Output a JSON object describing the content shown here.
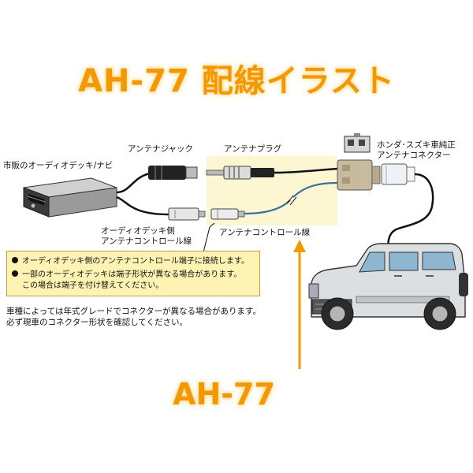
{
  "title": "AH-77 配線イラスト",
  "labels": {
    "antenna_jack": "アンテナジャック",
    "antenna_plug": "アンテナプラグ",
    "deck": "市販のオーディオデッキ/ナビ",
    "oem_line1": "ホンダ･スズキ車純正",
    "oem_line2": "アンテナコネクター",
    "deck_side_line1": "オーディオデッキ側",
    "deck_side_line2": "アンテナコントロール線",
    "control_wire": "アンテナコントロール線"
  },
  "notes": [
    "オーディオデッキ側のアンテナコントロール端子に接続します。",
    "一部のオーディオデッキは端子形状が異なる場合があります。",
    "この場合は端子を付け替えてください。"
  ],
  "vehicle_note": [
    "車種によっては年式グレードでコネクターが異なる場合があります。",
    "必ず現車のコネクター形状を確認してください。"
  ],
  "product": "AH-77",
  "colors": {
    "accent": "#f39800",
    "note_bg": "#fef3b3",
    "highlight_bg": "#fdf6d2",
    "connector_tan": "#c8ba9c",
    "control_wire": "#3b6f9c"
  }
}
